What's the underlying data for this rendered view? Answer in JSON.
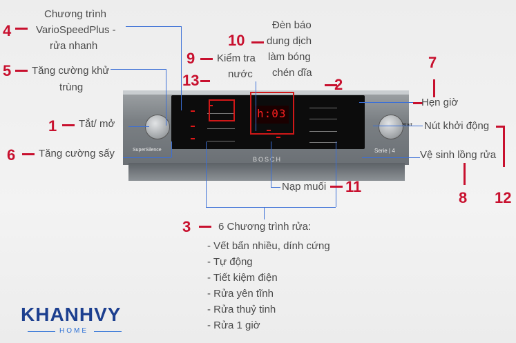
{
  "labels": {
    "n4": "4",
    "l4a": "Chương trình",
    "l4b": "VarioSpeedPlus -",
    "l4c": "rửa nhanh",
    "n5": "5",
    "l5a": "Tăng cường khử",
    "l5b": "trùng",
    "n1": "1",
    "l1": "Tắt/ mở",
    "n6": "6",
    "l6": "Tăng cường sấy",
    "n9": "9",
    "l9a": "Kiểm tra",
    "l9b": "nước",
    "n10": "10",
    "l10a": "Đèn báo",
    "l10b": "dung dịch",
    "l10c": "làm bóng",
    "l10d": "chén dĩa",
    "n13": "13",
    "n2": "2",
    "n7": "7",
    "l7": "Hẹn giờ",
    "l12": "Nút khởi động",
    "l8": "Vệ sinh lồng rửa",
    "n8": "8",
    "n12": "12",
    "l11": "Nạp muối",
    "n11": "11",
    "n3": "3",
    "l3": "6 Chương trình rửa:",
    "programs": [
      "- Vết bẩn nhiều, dính cứng",
      "- Tự động",
      "- Tiết kiệm điện",
      "- Rửa yên tĩnh",
      "- Rửa thuỷ tinh",
      "- Rửa 1 giờ"
    ]
  },
  "panel": {
    "display": "h:03",
    "supersilence": "SuperSilence",
    "serie": "Serie | 4",
    "brand": "BOSCH",
    "start": "Start"
  },
  "logo": {
    "name": "KHANHVY",
    "sub": "HOME"
  },
  "colors": {
    "accent": "#c8102e",
    "leader": "#3b6fd6",
    "logo": "#1c3f8f"
  }
}
